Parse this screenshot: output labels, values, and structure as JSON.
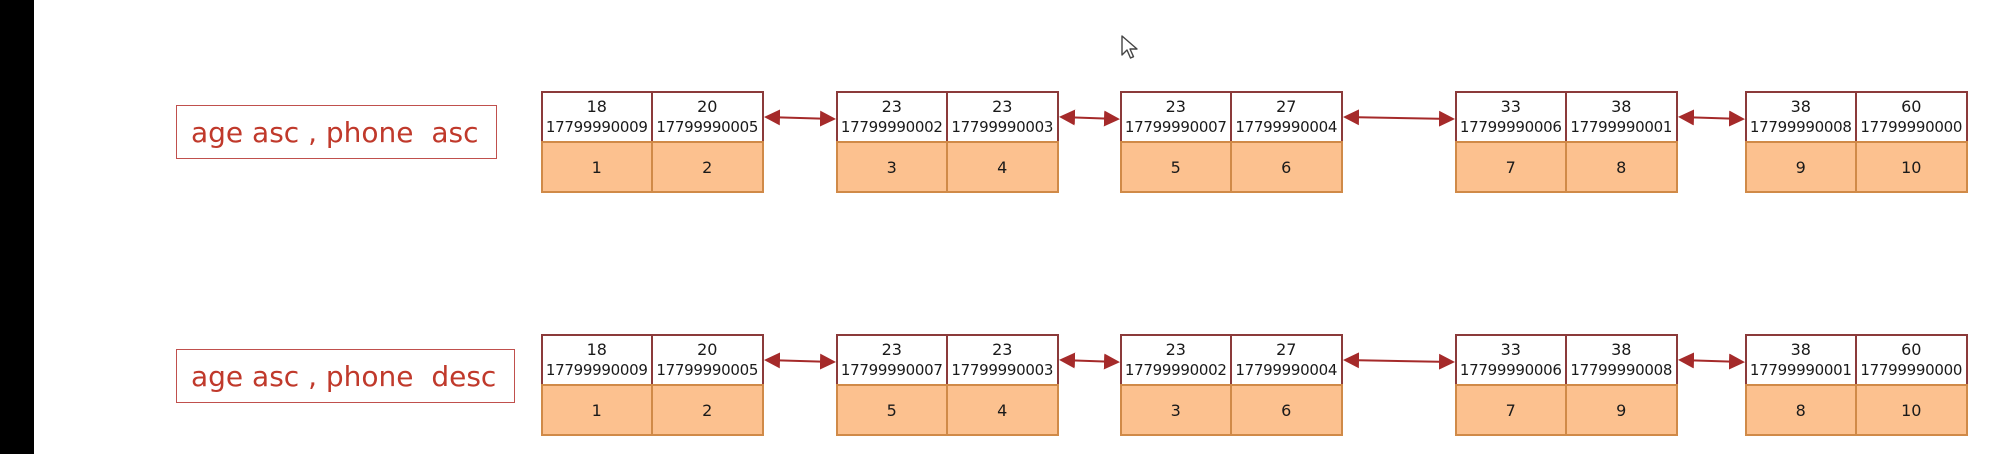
{
  "rows": [
    {
      "label": "age asc , phone  asc",
      "nodes": [
        {
          "cells": [
            {
              "age": "18",
              "phone": "17799990009",
              "id": "1"
            },
            {
              "age": "20",
              "phone": "17799990005",
              "id": "2"
            }
          ]
        },
        {
          "cells": [
            {
              "age": "23",
              "phone": "17799990002",
              "id": "3"
            },
            {
              "age": "23",
              "phone": "17799990003",
              "id": "4"
            }
          ]
        },
        {
          "cells": [
            {
              "age": "23",
              "phone": "17799990007",
              "id": "5"
            },
            {
              "age": "27",
              "phone": "17799990004",
              "id": "6"
            }
          ]
        },
        {
          "cells": [
            {
              "age": "33",
              "phone": "17799990006",
              "id": "7"
            },
            {
              "age": "38",
              "phone": "17799990001",
              "id": "8"
            }
          ]
        },
        {
          "cells": [
            {
              "age": "38",
              "phone": "17799990008",
              "id": "9"
            },
            {
              "age": "60",
              "phone": "17799990000",
              "id": "10"
            }
          ]
        }
      ]
    },
    {
      "label": "age asc , phone  desc",
      "nodes": [
        {
          "cells": [
            {
              "age": "18",
              "phone": "17799990009",
              "id": "1"
            },
            {
              "age": "20",
              "phone": "17799990005",
              "id": "2"
            }
          ]
        },
        {
          "cells": [
            {
              "age": "23",
              "phone": "17799990007",
              "id": "5"
            },
            {
              "age": "23",
              "phone": "17799990003",
              "id": "4"
            }
          ]
        },
        {
          "cells": [
            {
              "age": "23",
              "phone": "17799990002",
              "id": "3"
            },
            {
              "age": "27",
              "phone": "17799990004",
              "id": "6"
            }
          ]
        },
        {
          "cells": [
            {
              "age": "33",
              "phone": "17799990006",
              "id": "7"
            },
            {
              "age": "38",
              "phone": "17799990008",
              "id": "9"
            }
          ]
        },
        {
          "cells": [
            {
              "age": "38",
              "phone": "17799990001",
              "id": "8"
            },
            {
              "age": "60",
              "phone": "17799990000",
              "id": "10"
            }
          ]
        }
      ]
    }
  ],
  "colors": {
    "label_border": "#c0504d",
    "label_text": "#c0392b",
    "key_border": "#8b3a3a",
    "id_fill": "#fcc18f",
    "id_border": "#d08a48",
    "arrow": "#a52a2a"
  },
  "icons": {
    "cursor": "mouse-pointer-icon"
  }
}
